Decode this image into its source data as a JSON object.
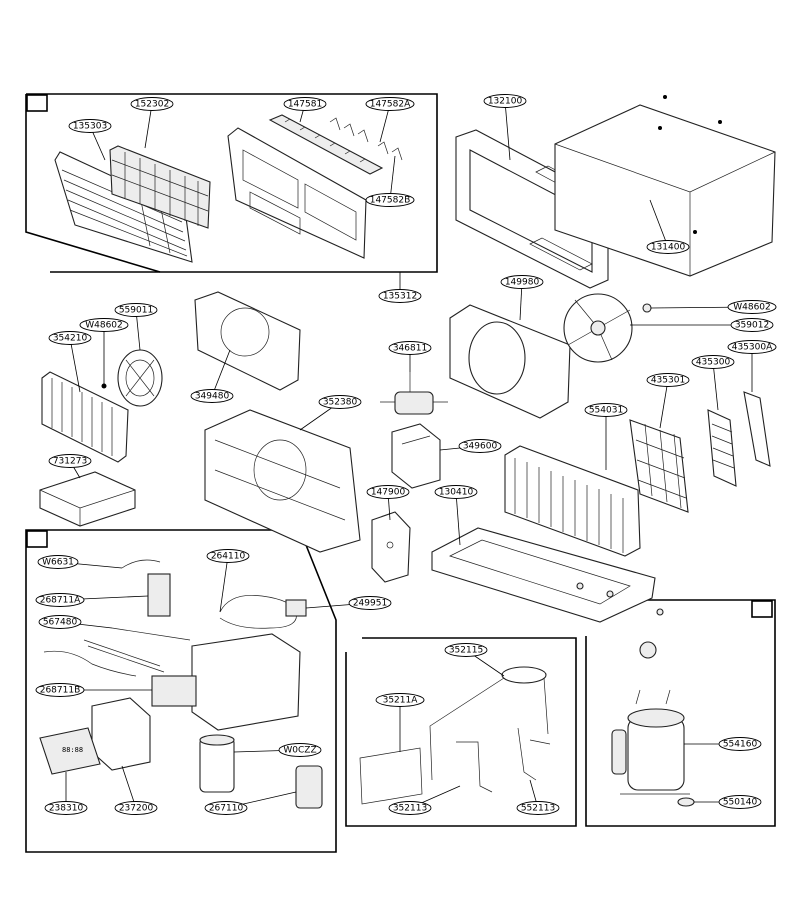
{
  "labels": [
    {
      "id": "lbl-135303",
      "text": "135303"
    },
    {
      "id": "lbl-152302",
      "text": "152302"
    },
    {
      "id": "lbl-147581",
      "text": "147581"
    },
    {
      "id": "lbl-147582a",
      "text": "147582A"
    },
    {
      "id": "lbl-147582b",
      "text": "147582B"
    },
    {
      "id": "lbl-135312",
      "text": "135312"
    },
    {
      "id": "lbl-132100",
      "text": "132100"
    },
    {
      "id": "lbl-131400",
      "text": "131400"
    },
    {
      "id": "lbl-149980",
      "text": "149980"
    },
    {
      "id": "lbl-w48602-right",
      "text": "W48602"
    },
    {
      "id": "lbl-359012",
      "text": "359012"
    },
    {
      "id": "lbl-435300a",
      "text": "435300A"
    },
    {
      "id": "lbl-435300",
      "text": "435300"
    },
    {
      "id": "lbl-435301",
      "text": "435301"
    },
    {
      "id": "lbl-554031",
      "text": "554031"
    },
    {
      "id": "lbl-559011",
      "text": "559011"
    },
    {
      "id": "lbl-w48602-left",
      "text": "W48602"
    },
    {
      "id": "lbl-354210",
      "text": "354210"
    },
    {
      "id": "lbl-349480",
      "text": "349480"
    },
    {
      "id": "lbl-352380",
      "text": "352380"
    },
    {
      "id": "lbl-346811",
      "text": "346811"
    },
    {
      "id": "lbl-349600",
      "text": "349600"
    },
    {
      "id": "lbl-731273",
      "text": "731273"
    },
    {
      "id": "lbl-147900",
      "text": "147900"
    },
    {
      "id": "lbl-130410",
      "text": "130410"
    },
    {
      "id": "lbl-w6631",
      "text": "W6631"
    },
    {
      "id": "lbl-264110",
      "text": "264110"
    },
    {
      "id": "lbl-268711a",
      "text": "268711A"
    },
    {
      "id": "lbl-249951",
      "text": "249951"
    },
    {
      "id": "lbl-567480",
      "text": "567480"
    },
    {
      "id": "lbl-268711b",
      "text": "268711B"
    },
    {
      "id": "lbl-w0czz",
      "text": "W0CZZ"
    },
    {
      "id": "lbl-238310",
      "text": "238310"
    },
    {
      "id": "lbl-237200",
      "text": "237200"
    },
    {
      "id": "lbl-267110",
      "text": "267110"
    },
    {
      "id": "lbl-352115",
      "text": "352115"
    },
    {
      "id": "lbl-35211a",
      "text": "35211A"
    },
    {
      "id": "lbl-352113",
      "text": "352113"
    },
    {
      "id": "lbl-552113",
      "text": "552113"
    },
    {
      "id": "lbl-554160",
      "text": "554160"
    },
    {
      "id": "lbl-550140",
      "text": "550140"
    }
  ],
  "display": {
    "readout": "88:88"
  }
}
